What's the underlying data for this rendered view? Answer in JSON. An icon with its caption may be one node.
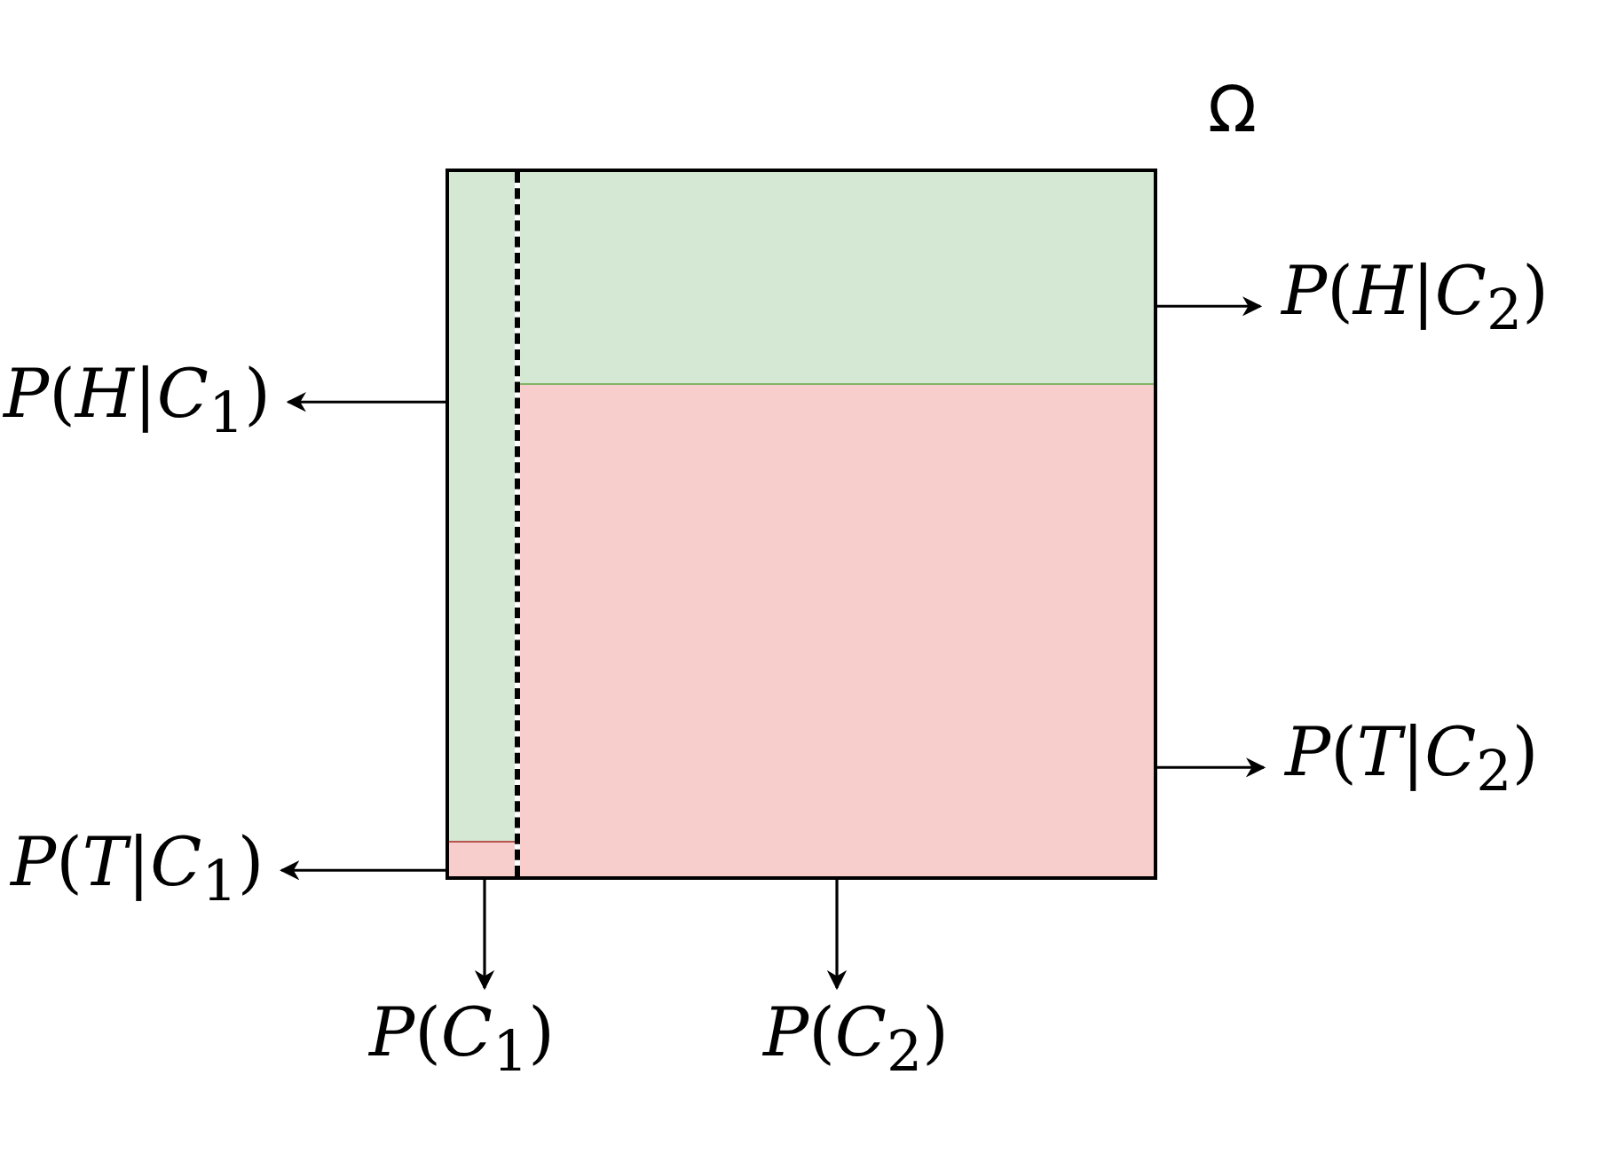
{
  "diagram": {
    "nodes": [
      {
        "text": [
          "Ω"
        ]
      },
      {
        "text": [],
        "shape": "box",
        "in": 0
      },
      {
        "text": [],
        "shape": "box",
        "in": 1
      },
      {
        "text": [],
        "shape": "box",
        "in": 1
      },
      {
        "text": [],
        "shape": "box",
        "in": 0
      },
      {
        "text": [],
        "shape": "box",
        "in": 4
      },
      {
        "text": [],
        "shape": "box",
        "in": 4
      },
      {
        "text": [
          "*P*(*H*|*C*$_{1}$)"
        ]
      },
      {
        "text": [
          "*P*(*T*|*C*$_{1}$)"
        ]
      },
      {
        "text": [
          "*P*(*C*$_{1}$)"
        ]
      },
      {
        "text": [
          "*P*(*C*$_{2}$)"
        ]
      },
      {
        "text": [
          "*P*(*H*|*C*$_{2}$)"
        ]
      },
      {
        "text": [
          "*P*(*T*|*C*$_{2}$)"
        ]
      }
    ],
    "edges": [
      {
        "from": 2,
        "to": 7,
        "arrow": "to"
      },
      {
        "from": 3,
        "to": 8,
        "arrow": "to"
      },
      {
        "from": 1,
        "to": 9,
        "arrow": "to"
      },
      {
        "from": 4,
        "to": 10,
        "arrow": "to"
      },
      {
        "from": 5,
        "to": 11,
        "arrow": "to"
      },
      {
        "from": 6,
        "to": 12,
        "arrow": "to"
      }
    ]
  }
}
